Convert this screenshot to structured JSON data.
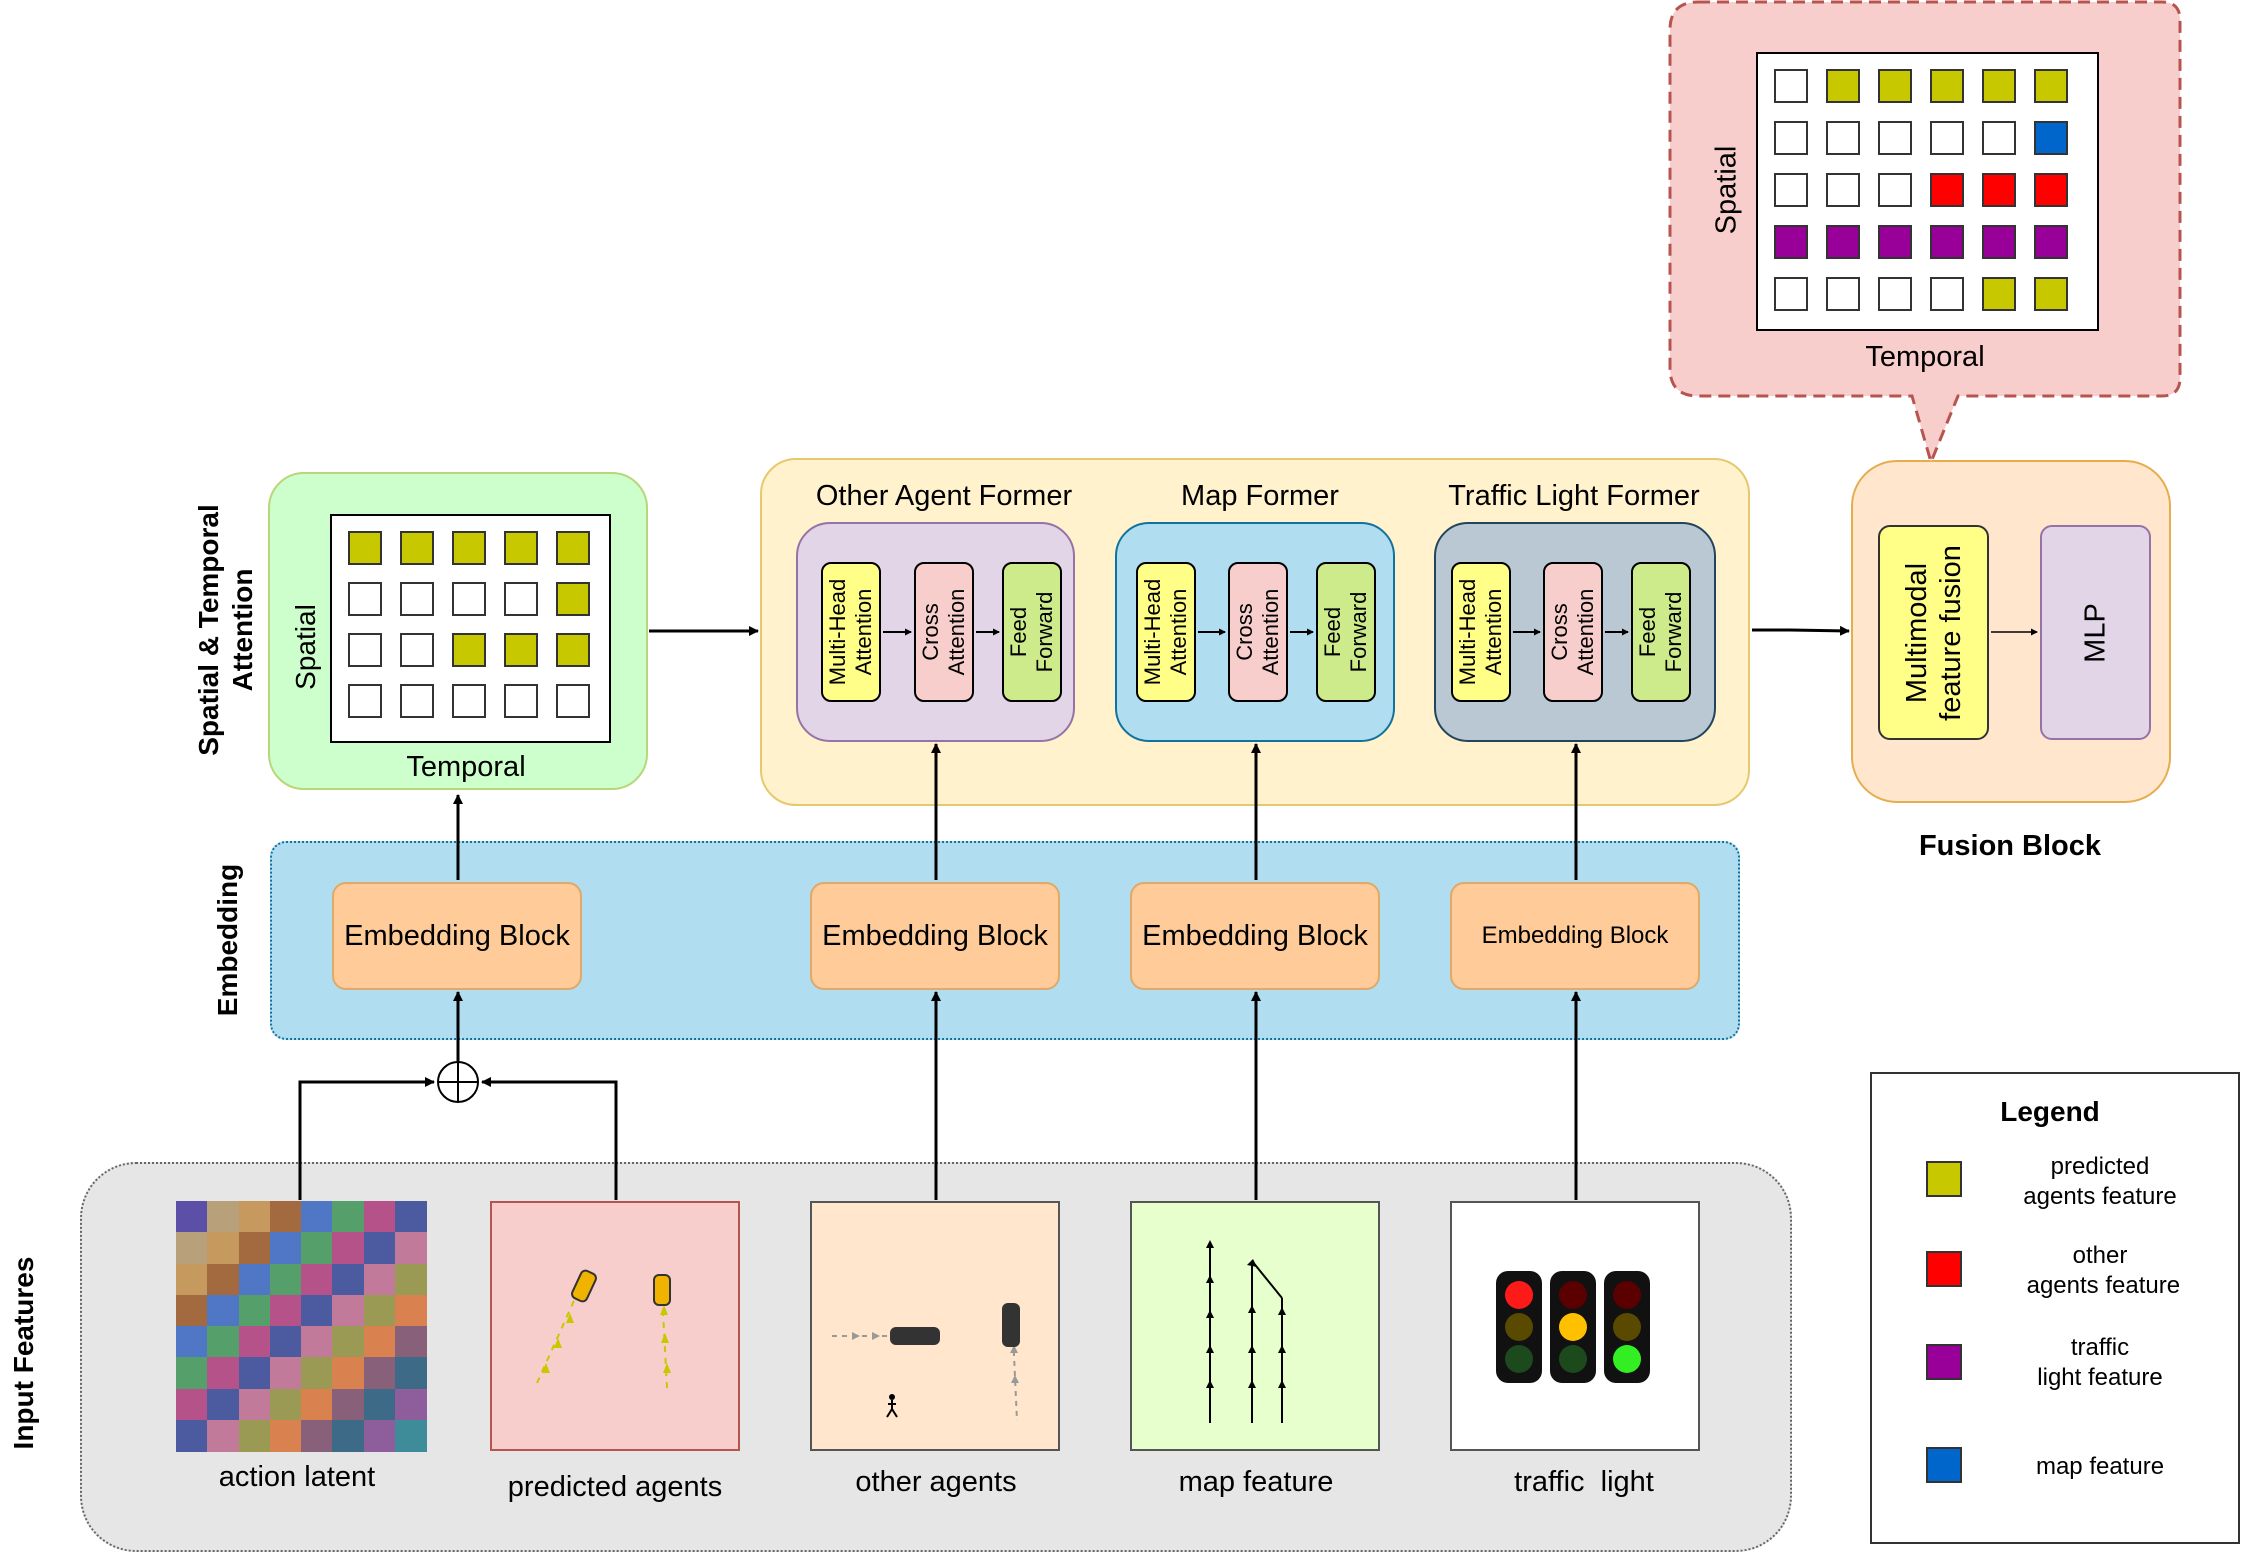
{
  "sections": {
    "spatial_temporal": "Spatial & Temporal\nAttention",
    "embedding": "Embedding",
    "input_features": "Input Features",
    "fusion_block": "Fusion Block"
  },
  "attention_grid": {
    "spatial_label": "Spatial",
    "temporal_label": "Temporal"
  },
  "formers": [
    {
      "title": "Other Agent Former",
      "steps": [
        "Multi-Head\nAttention",
        "Cross\nAttention",
        "Feed\nForward"
      ]
    },
    {
      "title": "Map Former",
      "steps": [
        "Multi-Head\nAttention",
        "Cross\nAttention",
        "Feed\nForward"
      ]
    },
    {
      "title": "Traffic Light Former",
      "steps": [
        "Multi-Head\nAttention",
        "Cross\nAttention",
        "Feed\nForward"
      ]
    }
  ],
  "fusion": {
    "fusion_label": "Multimodal\nfeature fusion",
    "mlp_label": "MLP"
  },
  "callout_grid": {
    "spatial_label": "Spatial",
    "temporal_label": "Temporal"
  },
  "embedding_blocks": [
    "Embedding Block",
    "Embedding Block",
    "Embedding Block",
    "Embedding Block"
  ],
  "inputs": [
    "action latent",
    "predicted agents",
    "other agents",
    "map feature",
    "traffic  light"
  ],
  "legend": {
    "title": "Legend",
    "items": [
      {
        "label": "predicted\nagents feature",
        "color": "#c8c800"
      },
      {
        "label": "other\n agents feature",
        "color": "#ff0000"
      },
      {
        "label": "traffic\nlight feature",
        "color": "#990099"
      },
      {
        "label": "map feature",
        "color": "#0066cc"
      }
    ]
  },
  "colors": {
    "predicted": "#c8c800",
    "other": "#ff0000",
    "traffic": "#990099",
    "map": "#0066cc",
    "attention_bg": "#ccffcc",
    "former_bg": "#fff2cc",
    "fusion_bg": "#ffe6cc",
    "embedding_bg": "#b1ddf0",
    "input_bg": "#e6e6e6",
    "callout_bg": "#f8cecc"
  }
}
